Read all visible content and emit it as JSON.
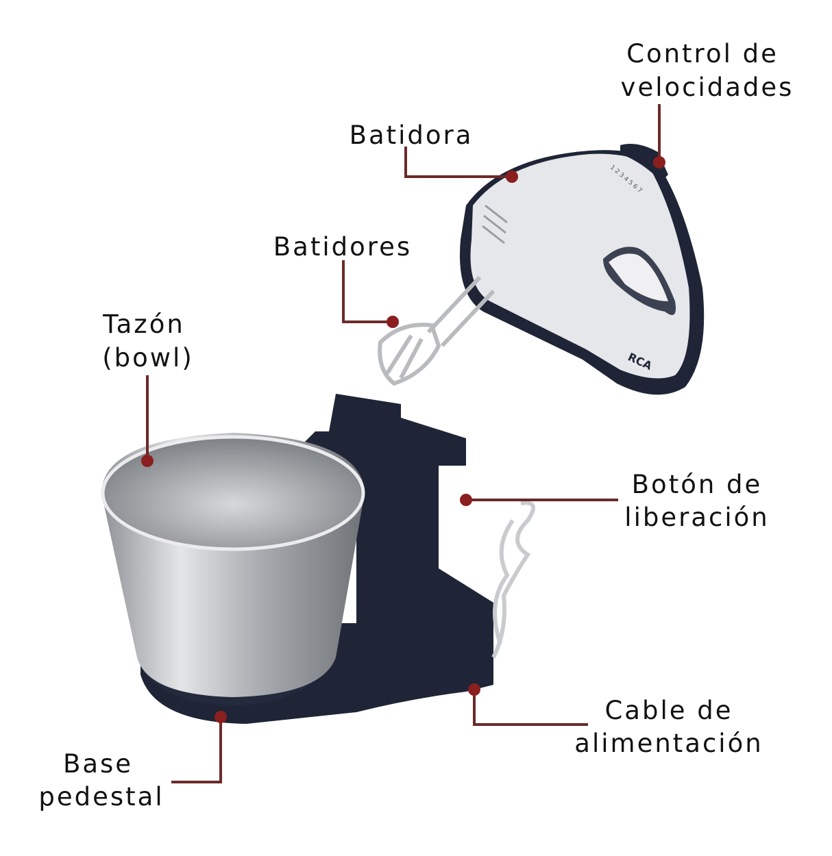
{
  "colors": {
    "leader": "#6b2a2a",
    "dot": "#8b1f1f",
    "body_dark": "#1f2537",
    "body_light": "#e6e7ea",
    "steel": "#b9bbbe"
  },
  "labels": {
    "speed_control": [
      "Control de",
      "velocidades"
    ],
    "mixer": [
      "Batidora"
    ],
    "beaters": [
      "Batidores"
    ],
    "bowl": [
      "Tazón",
      "(bowl)"
    ],
    "release_button": [
      "Botón de",
      "liberación"
    ],
    "power_cord": [
      "Cable de",
      "alimentación"
    ],
    "base": [
      "Base",
      "pedestal"
    ]
  },
  "brand": "RCA",
  "speed_marks": "1 2 3 4 5 6 7"
}
